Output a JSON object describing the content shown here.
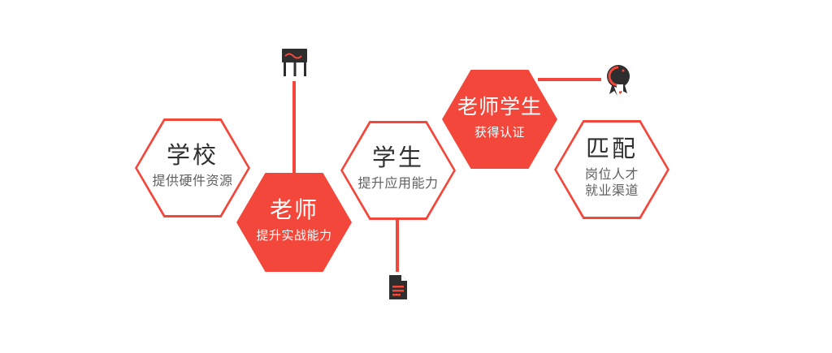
{
  "diagram": {
    "background": "#ffffff",
    "accent_red": "#f4473b",
    "title_color": "#303030",
    "subtitle_color": "#5f5f5f",
    "hexagons": [
      {
        "id": "school",
        "title": "学校",
        "subtitle": "提供硬件资源",
        "variant": "outline"
      },
      {
        "id": "teacher",
        "title": "老师",
        "subtitle": "提升实战能力",
        "variant": "solid"
      },
      {
        "id": "student",
        "title": "学生",
        "subtitle": "提升应用能力",
        "variant": "outline"
      },
      {
        "id": "teacher-student",
        "title": "老师学生",
        "subtitle": "获得认证",
        "variant": "solid"
      },
      {
        "id": "match",
        "title": "匹配",
        "subtitle": "岗位人才",
        "subtitle2": "就业渠道",
        "variant": "outline"
      }
    ],
    "connectors": [
      {
        "from": "blackboard-icon",
        "to": "老师",
        "direction": "vertical"
      },
      {
        "from": "学生",
        "to": "document-icon",
        "direction": "vertical"
      },
      {
        "from": "老师学生",
        "to": "medal-icon",
        "direction": "horizontal"
      }
    ],
    "icons": [
      {
        "name": "blackboard-icon",
        "colors": [
          "#2e2e2e",
          "#f4473b"
        ]
      },
      {
        "name": "document-icon",
        "colors": [
          "#2e2e2e",
          "#f4473b",
          "#ffffff"
        ]
      },
      {
        "name": "medal-icon",
        "colors": [
          "#2e2e2e",
          "#f4473b",
          "#ffffff"
        ]
      }
    ]
  }
}
